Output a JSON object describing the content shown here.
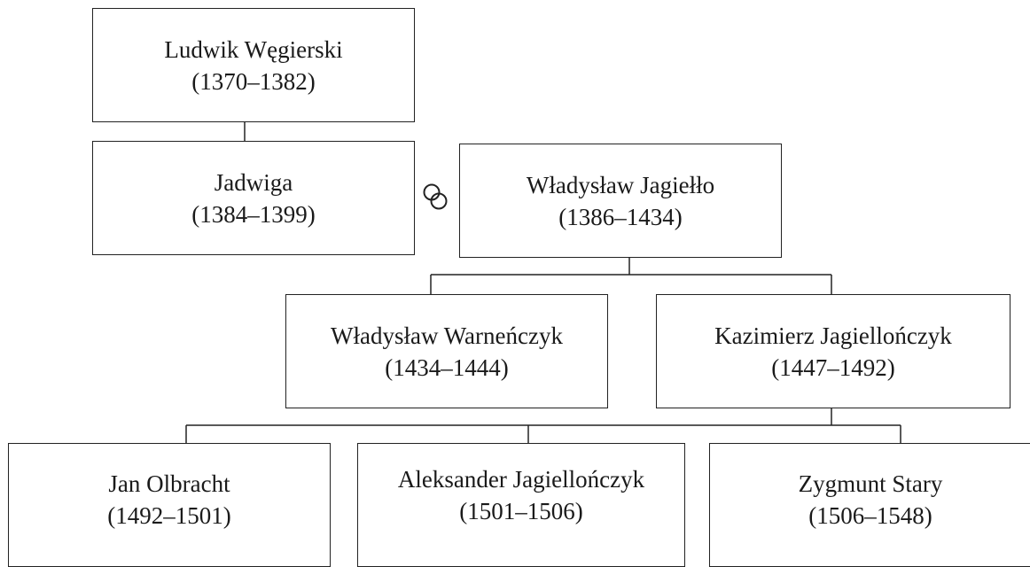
{
  "family_tree": {
    "rulers": [
      {
        "id": "ludwik",
        "name": "Ludwik Węgierski",
        "reign": "(1370–1382)"
      },
      {
        "id": "jadwiga",
        "name": "Jadwiga",
        "reign": "(1384–1399)"
      },
      {
        "id": "jagiello",
        "name": "Władysław Jagiełło",
        "reign": "(1386–1434)"
      },
      {
        "id": "warnenczyk",
        "name": "Władysław Warneńczyk",
        "reign": "(1434–1444)"
      },
      {
        "id": "kazimierz",
        "name": "Kazimierz Jagiellończyk",
        "reign": "(1447–1492)"
      },
      {
        "id": "olbracht",
        "name": "Jan Olbracht",
        "reign": "(1492–1501)"
      },
      {
        "id": "aleksander",
        "name": "Aleksander Jagiellończyk",
        "reign": "(1501–1506)"
      },
      {
        "id": "zygmunt",
        "name": "Zygmunt Stary",
        "reign": "(1506–1548)"
      }
    ],
    "relations": [
      {
        "type": "parent-child",
        "from": "ludwik",
        "to": "jadwiga"
      },
      {
        "type": "marriage",
        "between": [
          "jadwiga",
          "jagiello"
        ],
        "icon": "wedding-rings-icon"
      },
      {
        "type": "parent-child",
        "from": "jagiello",
        "to": "warnenczyk"
      },
      {
        "type": "parent-child",
        "from": "jagiello",
        "to": "kazimierz"
      },
      {
        "type": "parent-child",
        "from": "kazimierz",
        "to": "olbracht"
      },
      {
        "type": "parent-child",
        "from": "kazimierz",
        "to": "aleksander"
      },
      {
        "type": "parent-child",
        "from": "kazimierz",
        "to": "zygmunt"
      }
    ],
    "colors": {
      "line": "#222222",
      "box_fill": "#ffffff",
      "text": "#1a1a1a"
    }
  }
}
